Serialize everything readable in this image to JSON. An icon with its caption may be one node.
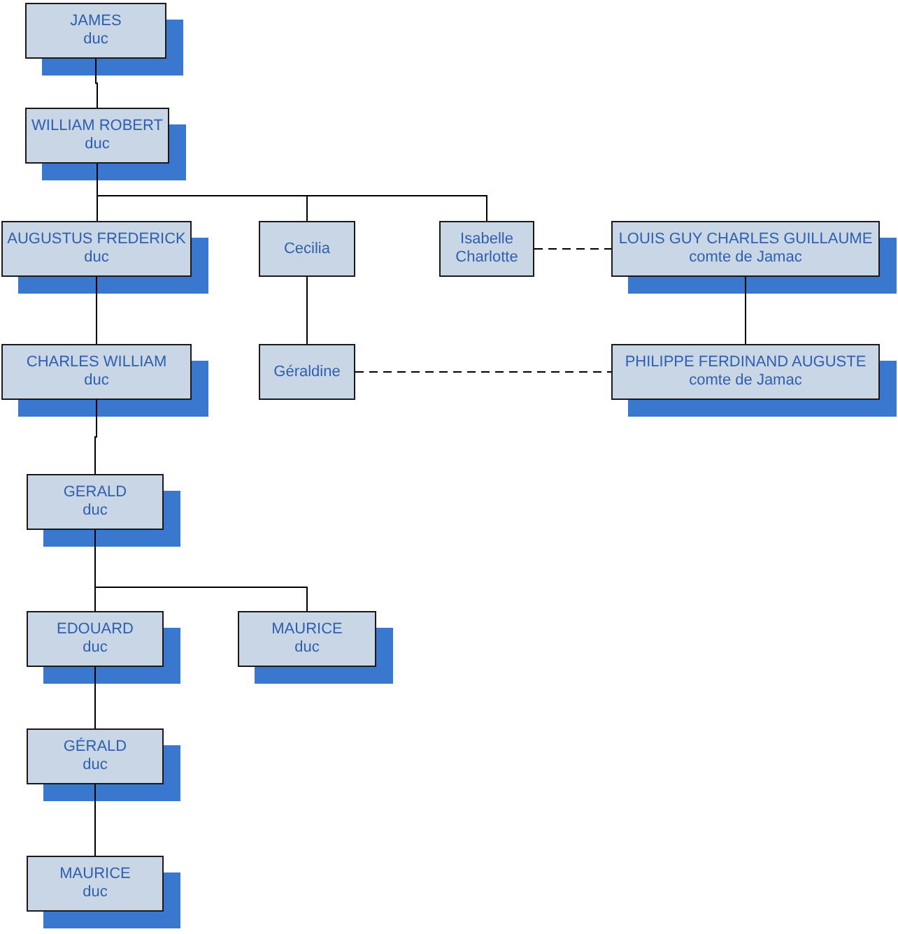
{
  "diagram": {
    "nodes": [
      {
        "text": [
          "JAMES",
          "duc"
        ]
      },
      {
        "text": [
          "WILLIAM ROBERT",
          "duc"
        ]
      },
      {
        "text": [
          "AUGUSTUS FREDERICK",
          "duc"
        ]
      },
      {
        "text": [
          "Cecilia"
        ]
      },
      {
        "text": [
          "Isabelle Charlotte"
        ]
      },
      {
        "text": [
          "LOUIS GUY CHARLES GUILLAUME",
          "comte de Jamac"
        ]
      },
      {
        "text": [
          "CHARLES WILLIAM",
          "duc"
        ]
      },
      {
        "text": [
          "Géraldine"
        ]
      },
      {
        "text": [
          "PHILIPPE FERDINAND AUGUSTE",
          "comte de Jamac"
        ]
      },
      {
        "text": [
          "GERALD",
          "duc"
        ]
      },
      {
        "text": [
          "EDOUARD",
          "duc"
        ]
      },
      {
        "text": [
          "MAURICE",
          "duc"
        ]
      },
      {
        "text": [
          "GÉRALD",
          "duc"
        ]
      },
      {
        "text": [
          "MAURICE",
          "duc"
        ]
      }
    ],
    "edges": [
      {
        "from": 0,
        "to": 1,
        "arrow": "none"
      },
      {
        "from": 1,
        "to": 2,
        "arrow": "none"
      },
      {
        "from": 1,
        "to": 3,
        "arrow": "none"
      },
      {
        "from": 1,
        "to": 4,
        "arrow": "none"
      },
      {
        "from": 4,
        "to": 5,
        "arrow": "none",
        "style": "dashed"
      },
      {
        "from": 2,
        "to": 6,
        "arrow": "none"
      },
      {
        "from": 3,
        "to": 7,
        "arrow": "none"
      },
      {
        "from": 5,
        "to": 8,
        "arrow": "none"
      },
      {
        "from": 7,
        "to": 8,
        "arrow": "none",
        "style": "dashed"
      },
      {
        "from": 6,
        "to": 9,
        "arrow": "none"
      },
      {
        "from": 9,
        "to": 10,
        "arrow": "none"
      },
      {
        "from": 9,
        "to": 11,
        "arrow": "none"
      },
      {
        "from": 10,
        "to": 12,
        "arrow": "none"
      },
      {
        "from": 12,
        "to": 13,
        "arrow": "none"
      }
    ]
  }
}
